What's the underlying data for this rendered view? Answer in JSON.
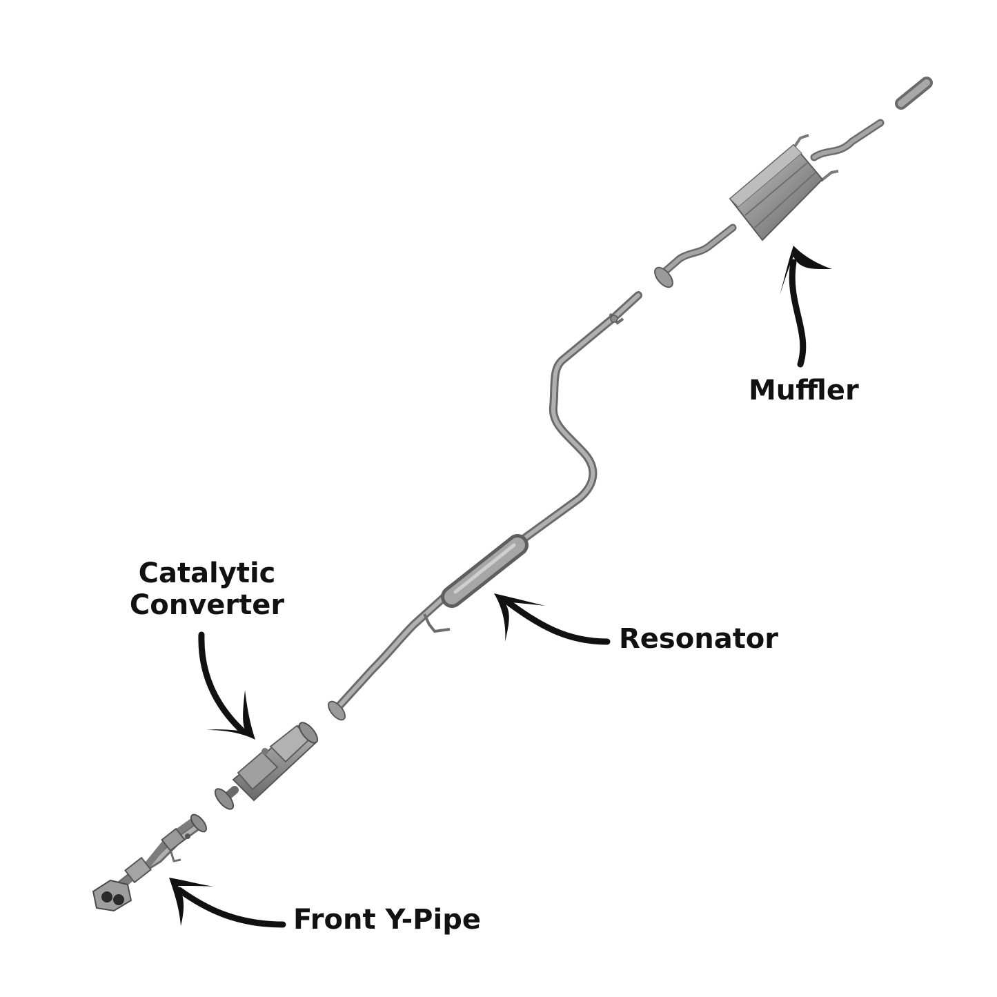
{
  "labels": {
    "muffler": "Muffler",
    "resonator": "Resonator",
    "catalytic_line1": "Catalytic",
    "catalytic_line2": "Converter",
    "front_y_pipe": "Front Y-Pipe"
  },
  "colors": {
    "pipe": "#8f8f8f",
    "pipe_dark": "#5e5e5e",
    "pipe_light": "#c4c4c4",
    "arrow": "#111111",
    "text": "#111111",
    "background": "#ffffff"
  }
}
